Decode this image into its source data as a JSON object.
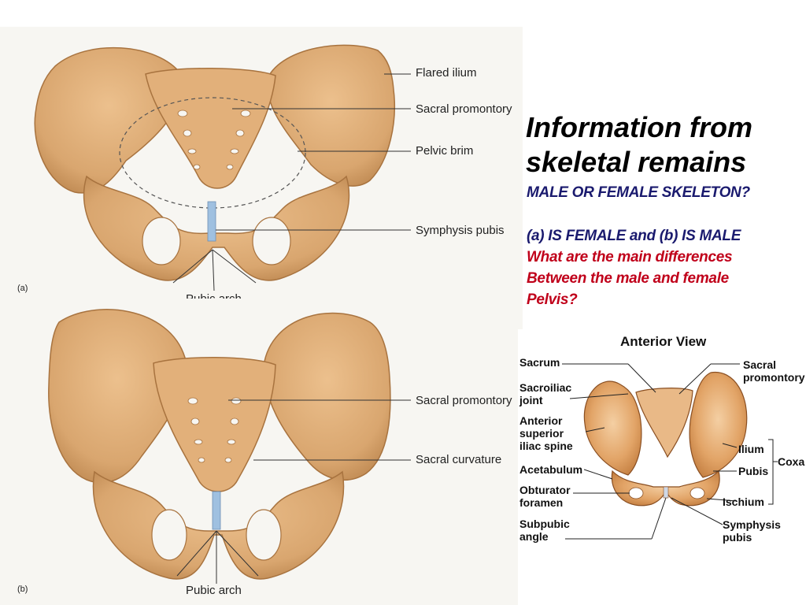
{
  "panel_a": {
    "tag": "(a)",
    "labels": {
      "flared_ilium": "Flared ilium",
      "sacral_promontory": "Sacral promontory",
      "pelvic_brim": "Pelvic brim",
      "symphysis_pubis": "Symphysis pubis",
      "pubic_arch": "Pubic arch"
    }
  },
  "panel_b": {
    "tag": "(b)",
    "labels": {
      "sacral_promontory": "Sacral promontory",
      "sacral_curvature": "Sacral curvature",
      "pubic_arch": "Pubic arch"
    }
  },
  "info": {
    "title": "Information from skeletal remains",
    "question": "MALE OR FEMALE SKELETON?",
    "answer": "(a)  IS FEMALE and (b) IS MALE",
    "prompt_1": "What are the main differences",
    "prompt_2": "Between the male and female",
    "prompt_3": "Pelvis?"
  },
  "anterior_view": {
    "title": "Anterior View",
    "sacrum": "Sacrum",
    "sacroiliac_1": "Sacroiliac",
    "sacroiliac_2": "joint",
    "asis_1": "Anterior",
    "asis_2": "superior",
    "asis_3": "iliac spine",
    "acetabulum": "Acetabulum",
    "obturator_1": "Obturator",
    "obturator_2": "foramen",
    "subpubic_1": "Subpubic",
    "subpubic_2": "angle",
    "sacral_prom_1": "Sacral",
    "sacral_prom_2": "promontory",
    "ilium": "Ilium",
    "pubis": "Pubis",
    "ischium": "Ischium",
    "coxa": "Coxa",
    "symphysis_1": "Symphysis",
    "symphysis_2": "pubis"
  },
  "colors": {
    "bone": "#d9a66f",
    "bone_dark": "#a8733f",
    "cartilage": "#9fc0e0",
    "title_blue": "#1a1a6e",
    "prompt_red": "#c0001a"
  }
}
